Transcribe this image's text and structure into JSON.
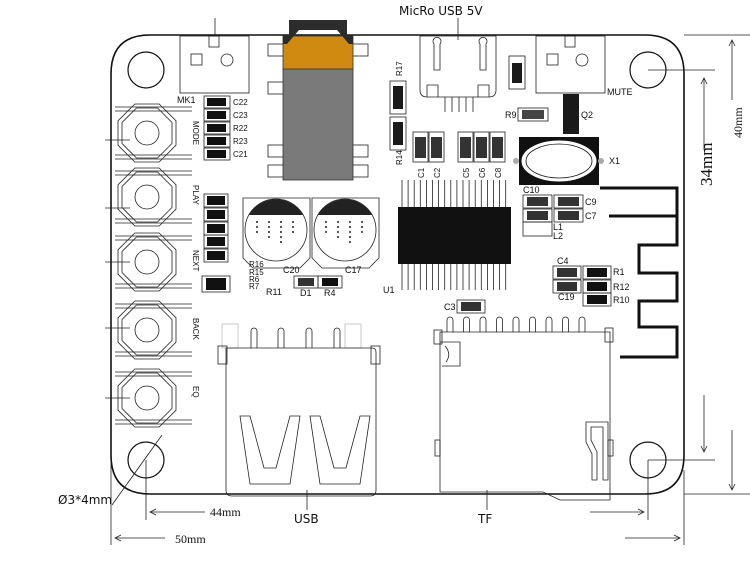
{
  "title_labels": {
    "micro_usb": "MicRo USB 5V",
    "usb": "USB",
    "tf": "TF",
    "mute": "MUTE",
    "mk1": "MK1"
  },
  "dimensions": {
    "width_outer": "50mm",
    "width_holes": "44mm",
    "height_outer": "40mm",
    "height_holes": "34mm",
    "hole": "Ø3*4mm"
  },
  "buttons": [
    {
      "label": "MODE"
    },
    {
      "label": "PLAY"
    },
    {
      "label": "NEXT"
    },
    {
      "label": "BACK"
    },
    {
      "label": "EQ"
    }
  ],
  "components": {
    "mode_group": [
      "C22",
      "C23",
      "R22",
      "R23",
      "C21"
    ],
    "top_caps": [
      "C1",
      "C2",
      "C5",
      "C6",
      "C8"
    ],
    "r17": "R17",
    "r14": "R14",
    "r9": "R9",
    "q2": "Q2",
    "x1": "X1",
    "u1": "U1",
    "c20": "C20",
    "c17": "C17",
    "left_stack": [
      "R16",
      "R15",
      "R6",
      "R7"
    ],
    "r11": "R11",
    "d1": "D1",
    "r4": "R4",
    "c10": "C10",
    "c9": "C9",
    "c7": "C7",
    "l1": "L1",
    "l2": "L2",
    "c4": "C4",
    "c19": "C19",
    "r1": "R1",
    "r12": "R12",
    "r10": "R10",
    "c3": "C3"
  },
  "colors": {
    "jack_orange": "#d08a12",
    "jack_gray": "#7a7a7a",
    "jack_dark": "#2c2c2c",
    "component_fill": "#1a1a1a"
  }
}
